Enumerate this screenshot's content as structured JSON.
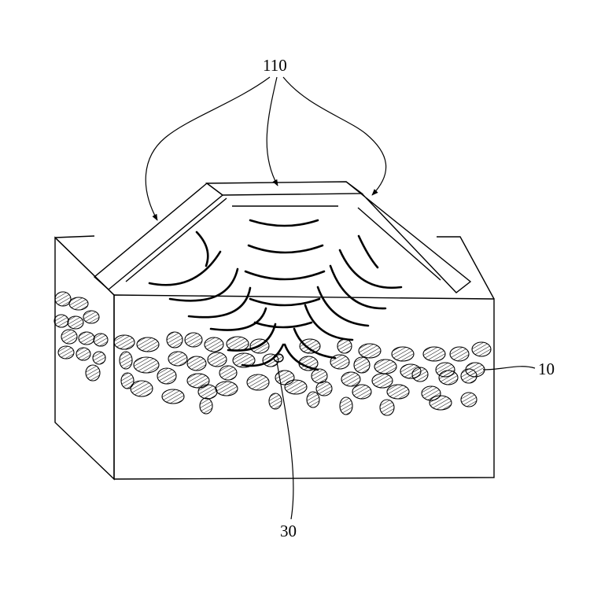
{
  "labels": {
    "transducers": "110",
    "tissue": "10",
    "focal_point": "30"
  },
  "colors": {
    "line": "#000000",
    "background": "#ffffff"
  }
}
